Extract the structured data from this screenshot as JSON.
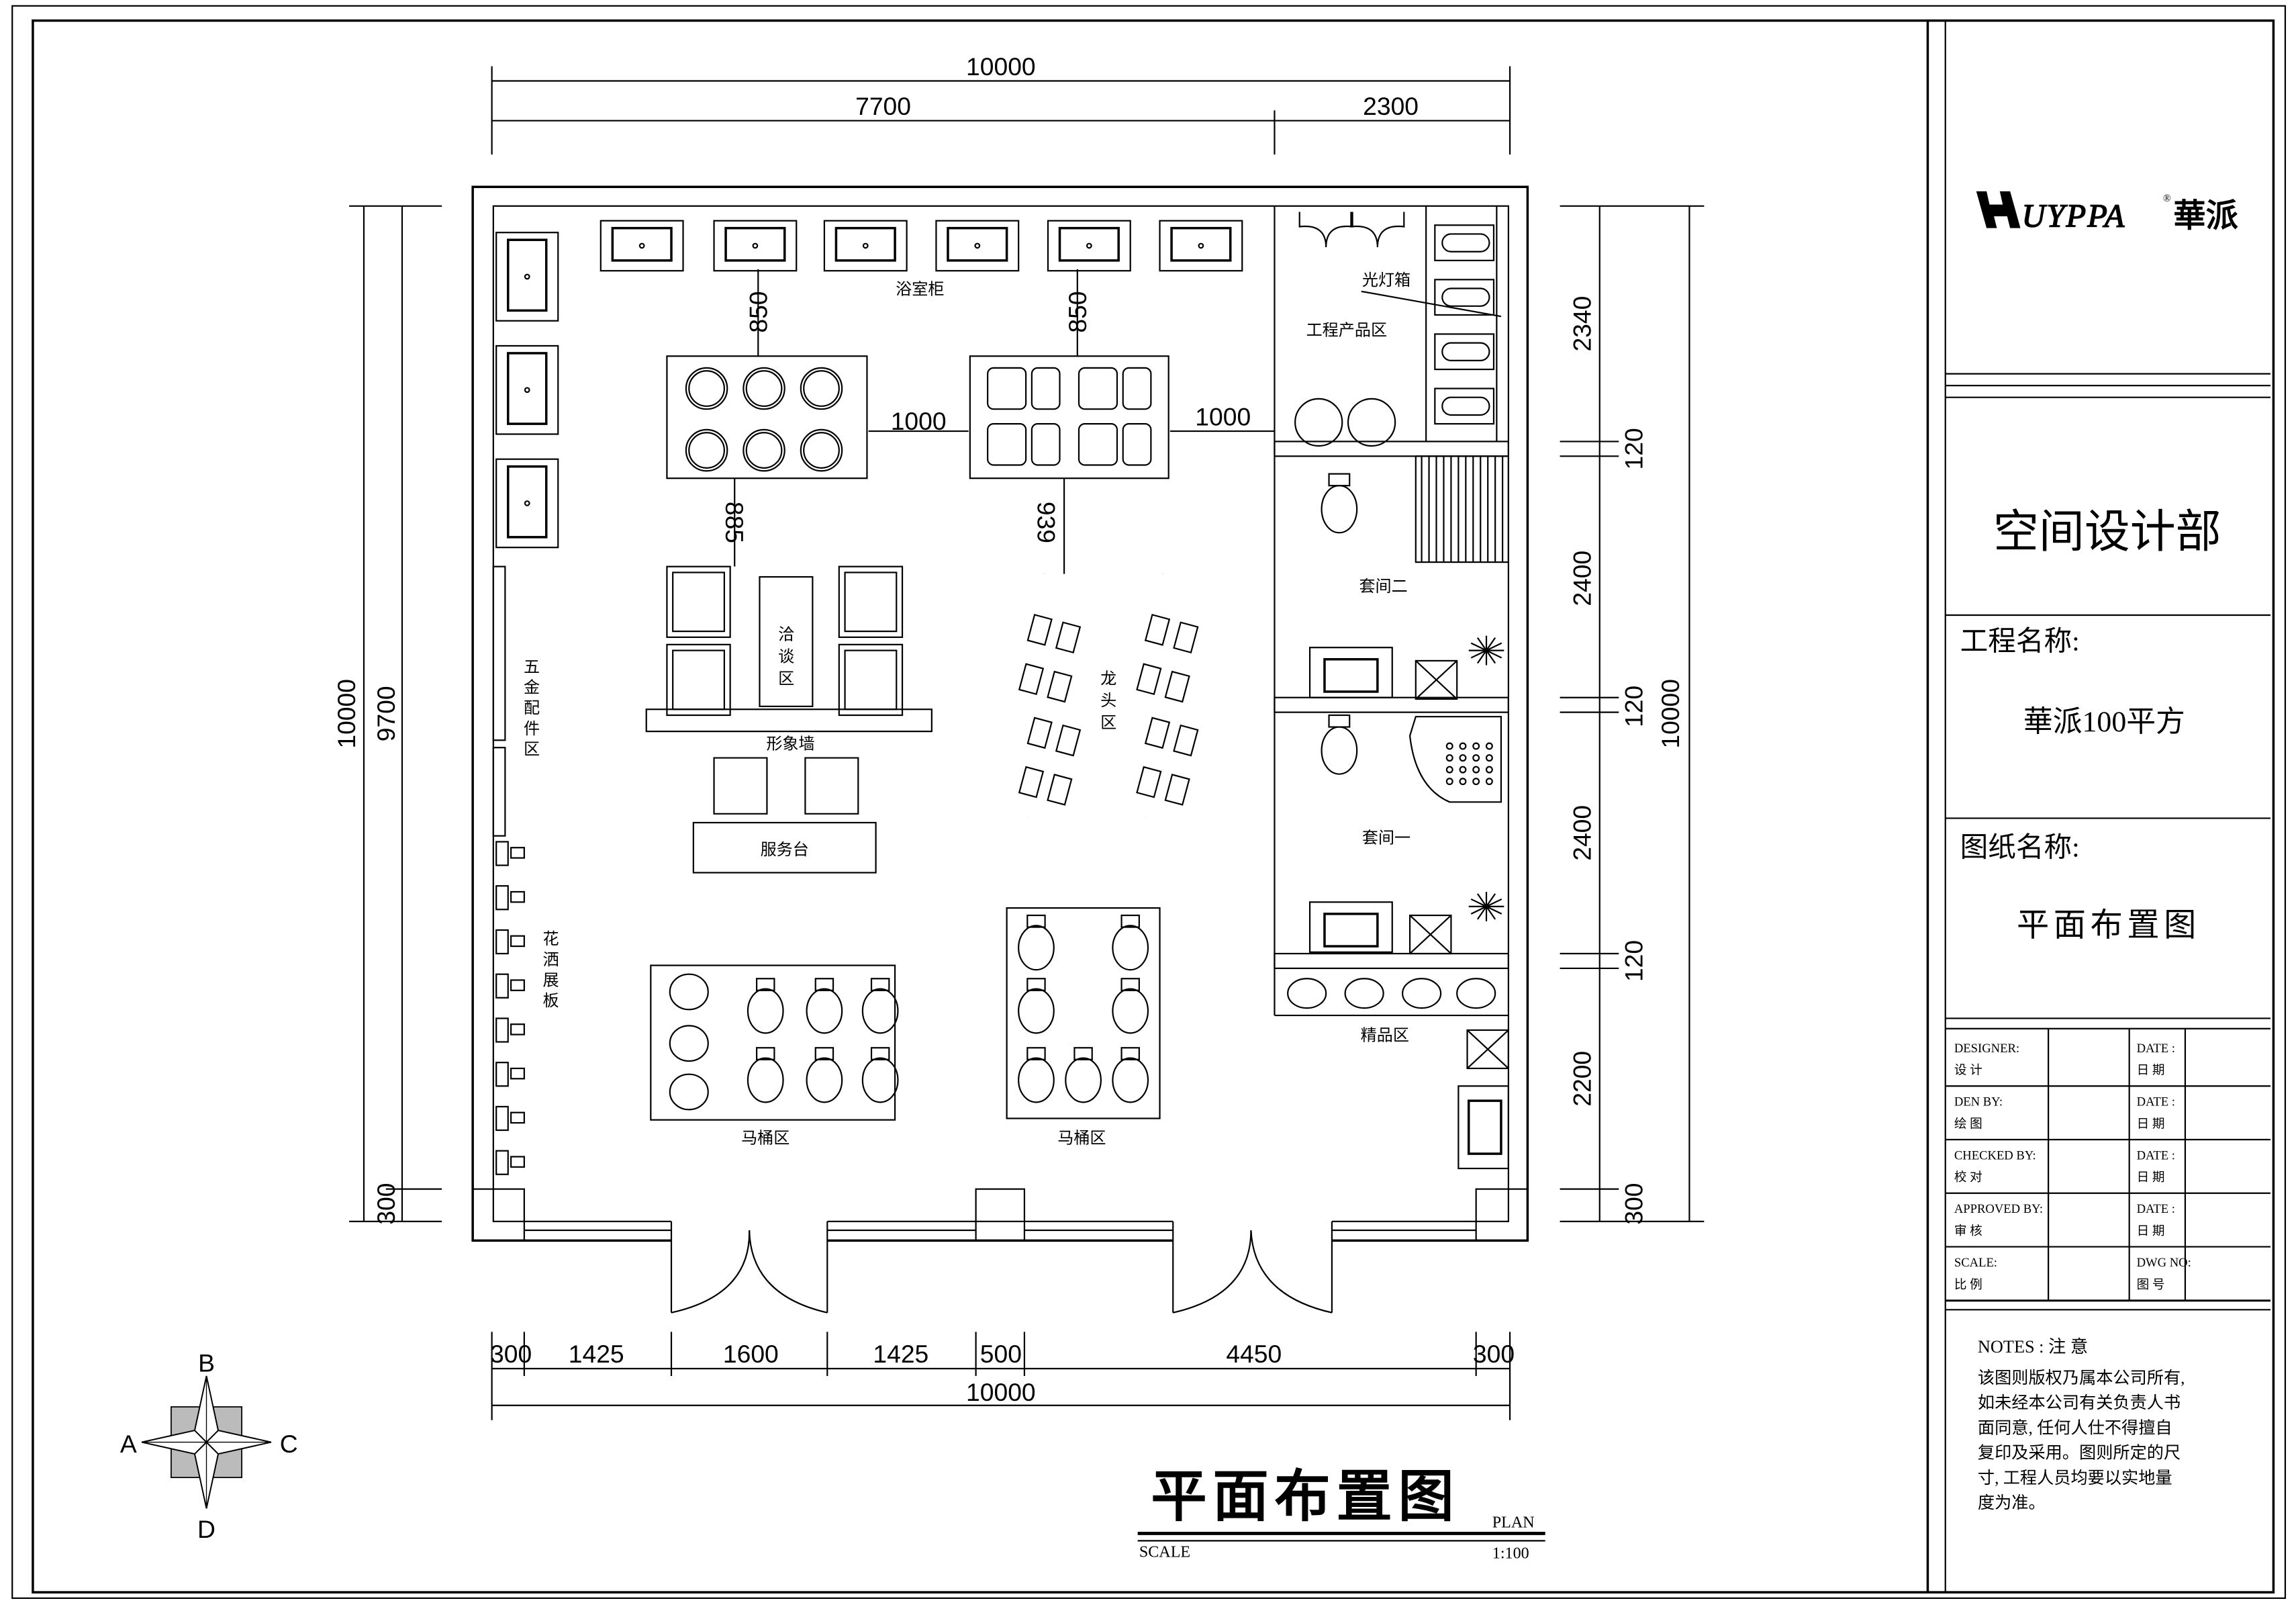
{
  "title_block": {
    "logo": "HUYPPA®華派",
    "department": "空间设计部",
    "project_name_label": "工程名称:",
    "project_name": "華派100平方",
    "drawing_name_label": "图纸名称:",
    "drawing_name": "平面布置图",
    "rows": [
      {
        "en": "DESIGNER:",
        "zh": "设 计",
        "date_en": "DATE :",
        "date_zh": "日  期"
      },
      {
        "en": "DEN   BY:",
        "zh": "绘    图",
        "date_en": "DATE :",
        "date_zh": "日  期"
      },
      {
        "en": "CHECKED BY:",
        "zh": "校    对",
        "date_en": "DATE :",
        "date_zh": "日  期"
      },
      {
        "en": "APPROVED BY:",
        "zh": "审    核",
        "date_en": "DATE :",
        "date_zh": "日  期"
      },
      {
        "en": "SCALE:",
        "zh": "比    例",
        "date_en": "DWG NO:",
        "date_zh": "图  号"
      }
    ],
    "notes_title": "NOTES : 注 意",
    "notes_lines": [
      "该图则版权乃属本公司所有,",
      "如未经本公司有关负责人书",
      "面同意, 任何人仕不得擅自",
      "复印及采用。图则所定的尺",
      "寸, 工程人员均要以实地量",
      "度为准。"
    ]
  },
  "plan": {
    "title": "平面布置图",
    "plan_label": "PLAN",
    "scale_label": "SCALE",
    "scale_value": "1:100",
    "dims_top": {
      "total": "10000",
      "left": "7700",
      "right": "2300"
    },
    "dims_left": {
      "total": "10000",
      "inner": "9700",
      "bottom": "300"
    },
    "dims_right": {
      "total": "10000",
      "d1": "2340",
      "d2": "120",
      "d3": "2400",
      "d4": "120",
      "d5": "2400",
      "d6": "120",
      "d7": "2200",
      "d8": "300"
    },
    "dims_bottom": {
      "s1": "300",
      "s2": "1425",
      "s3": "1600",
      "s4": "1425",
      "s5": "500",
      "s6": "4450",
      "s7": "300",
      "total": "10000"
    },
    "dims_inner": {
      "a": "850",
      "b": "850",
      "c": "1000",
      "d": "1000",
      "e": "885",
      "f": "939"
    },
    "labels": {
      "bath_cabinet": "浴室柜",
      "lightbox": "光灯箱",
      "engineering_zone": "工程产品区",
      "negotiation": "洽谈区",
      "image_wall": "形象墙",
      "service_desk": "服务台",
      "faucet_zone": "龙头区",
      "hardware_zone": "五金配件区",
      "shower_board": "花洒展板",
      "suite_two": "套间二",
      "suite_one": "套间一",
      "boutique": "精品区",
      "toilet_zone_left": "马桶区",
      "toilet_zone_right": "马桶区"
    },
    "compass": {
      "n": "B",
      "w": "A",
      "e": "C",
      "s": "D"
    }
  }
}
